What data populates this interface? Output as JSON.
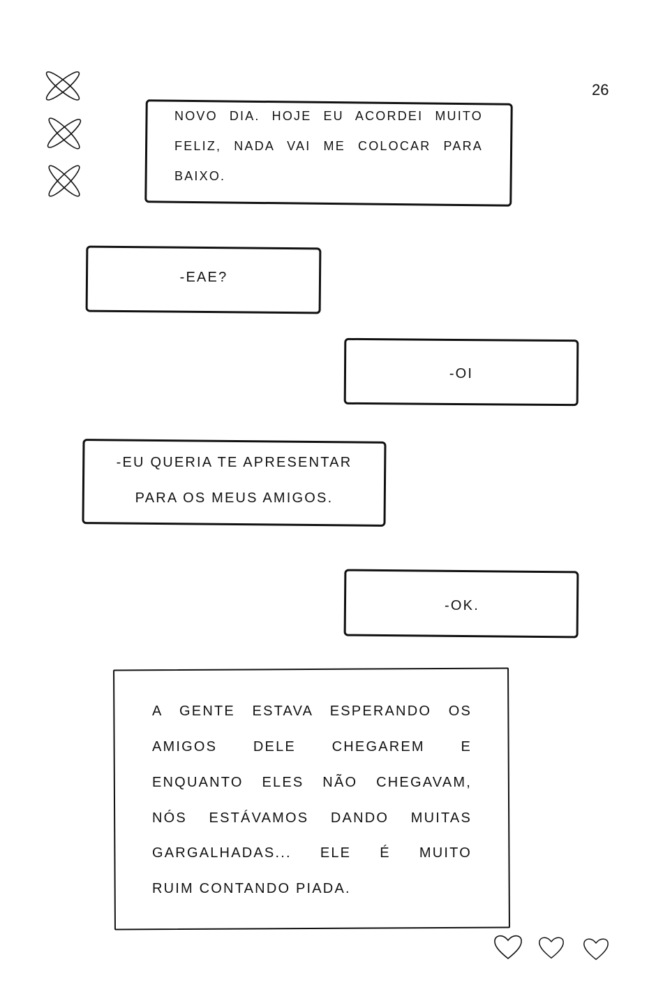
{
  "page_number": "26",
  "boxes": {
    "intro": [
      "Novo dia. Hoje eu acordei muito",
      "feliz, nada vai me colocar para",
      "baixo."
    ],
    "eae": "-EAE?",
    "oi": "-OI",
    "apresentar": [
      "-Eu queria te apresentar",
      "para os meus amigos."
    ],
    "ok": "-OK.",
    "narrative": [
      "A gente estava esperando os",
      "amigos dele chegarem e",
      "enquanto eles não chegavam,",
      "nós estávamos dando muitas",
      "gargalhadas... ele é muito",
      "ruim contando piada."
    ]
  },
  "decorations": {
    "left_icons": "x-doodle-icon",
    "bottom_icons": "heart-icon"
  }
}
